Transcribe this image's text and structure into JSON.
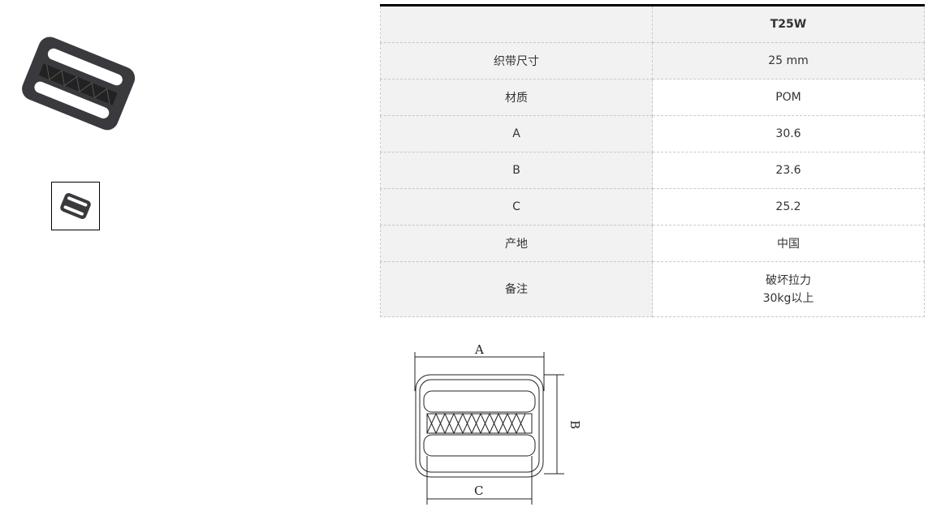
{
  "product": {
    "model": "T25W"
  },
  "spec_table": {
    "header": {
      "label": "",
      "value": "T25W"
    },
    "rows": [
      {
        "label": "织带尺寸",
        "value": "25 mm"
      },
      {
        "label": "材质",
        "value": "POM"
      },
      {
        "label": "A",
        "value": "30.6"
      },
      {
        "label": "B",
        "value": "23.6"
      },
      {
        "label": "C",
        "value": "25.2"
      },
      {
        "label": "产地",
        "value": "中国"
      },
      {
        "label": "备注",
        "value_line1": "破坏拉力",
        "value_line2": "30kg以上"
      }
    ]
  },
  "diagram": {
    "label_a": "A",
    "label_b": "B",
    "label_c": "C"
  }
}
